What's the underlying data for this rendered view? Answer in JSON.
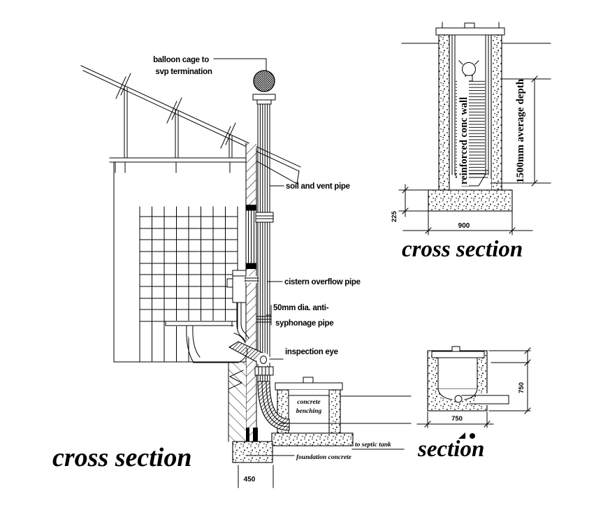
{
  "drawing": {
    "background": "#ffffff",
    "ink": "#000000",
    "main": {
      "title": "cross section",
      "labels": {
        "balloon_cage_1": "balloon cage to",
        "balloon_cage_2": "svp termination",
        "soil_vent_pipe": "soil and vent pipe",
        "cistern_overflow": "cistern overflow pipe",
        "anti_syphonage_1": "50mm dia. anti-",
        "anti_syphonage_2": "syphonage pipe",
        "inspection_eye": "inspection eye",
        "benching_1": "concrete",
        "benching_2": "benching",
        "to_septic_tank": "to septic tank",
        "foundation_concrete": "foundation concrete"
      },
      "dims": {
        "foundation_width": "450"
      }
    },
    "tank": {
      "title": "cross section",
      "labels": {
        "wall": "reinforced conc wall",
        "depth": "1500mm average depth"
      },
      "dims": {
        "base_thickness": "225",
        "base_width": "900"
      }
    },
    "gulley": {
      "title": "section",
      "dims": {
        "width": "750",
        "height": "750"
      }
    }
  }
}
